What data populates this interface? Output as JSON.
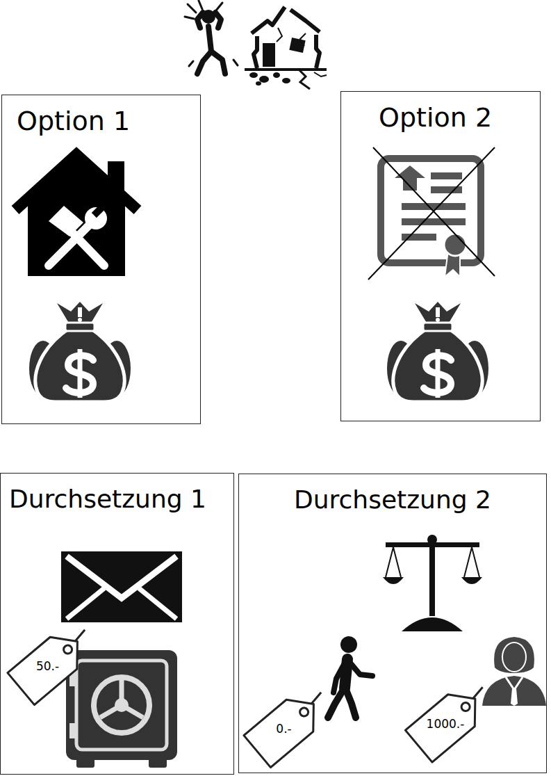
{
  "diagram": {
    "nodes": [
      {
        "text": [
          "Option 1"
        ]
      },
      {
        "text": [
          "Option 2"
        ]
      },
      {
        "text": [
          "Durchsetzung 1"
        ]
      },
      {
        "text": [
          "50.-"
        ],
        "in": 2
      },
      {
        "text": [
          "Durchsetzung 2"
        ]
      },
      {
        "text": [
          "0.-"
        ],
        "in": 4
      },
      {
        "text": [
          "1000.-"
        ],
        "in": 4
      }
    ]
  }
}
